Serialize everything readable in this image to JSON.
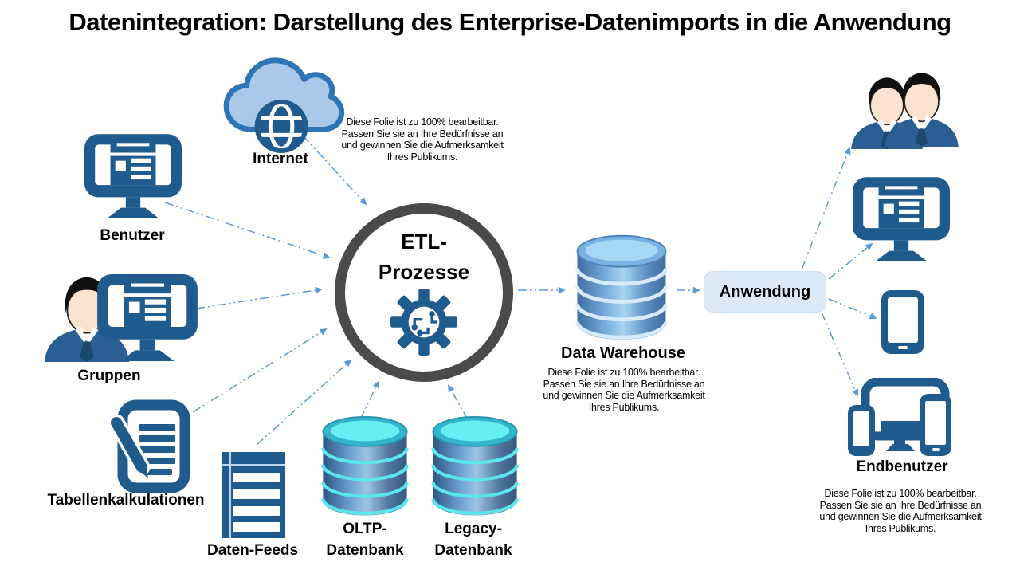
{
  "slide": {
    "title": "Datenintegration: Darstellung des Enterprise-Datenimports in die Anwendung",
    "placeholder_text": "Diese Folie ist zu 100% bearbeitbar. Passen Sie sie an Ihre Bedürfnisse an und gewinnen Sie die Aufmerksamkeit Ihres Publikums."
  },
  "sources": {
    "internet": {
      "label": "Internet"
    },
    "benutzer": {
      "label": "Benutzer"
    },
    "gruppen": {
      "label": "Gruppen"
    },
    "tabellenkalkulationen": {
      "label": "Tabellenkalkulationen"
    },
    "daten_feeds": {
      "label": "Daten-Feeds"
    },
    "oltp_datenbank": {
      "line1": "OLTP-",
      "line2": "Datenbank"
    },
    "legacy_datenbank": {
      "line1": "Legacy-",
      "line2": "Datenbank"
    }
  },
  "center": {
    "etl": {
      "line1": "ETL-",
      "line2": "Prozesse"
    },
    "data_warehouse": {
      "label": "Data Warehouse"
    },
    "anwendung": {
      "label": "Anwendung"
    }
  },
  "right": {
    "endbenutzer": {
      "label": "Endbenutzer"
    }
  },
  "colors": {
    "icon_blue": "#1f5c8d",
    "arrow_blue": "#5b9bd5",
    "cloud_fill": "#aac9e9",
    "cloud_stroke": "#2e75b6",
    "etl_circle_gray": "#4a4a4a",
    "anwendung_fill": "#dce9f6",
    "warehouse_top": "#a7d7f5",
    "cyan_db_top": "#5fedf2",
    "suit_blue": "#2b5f93",
    "skin": "#fce3cf"
  }
}
